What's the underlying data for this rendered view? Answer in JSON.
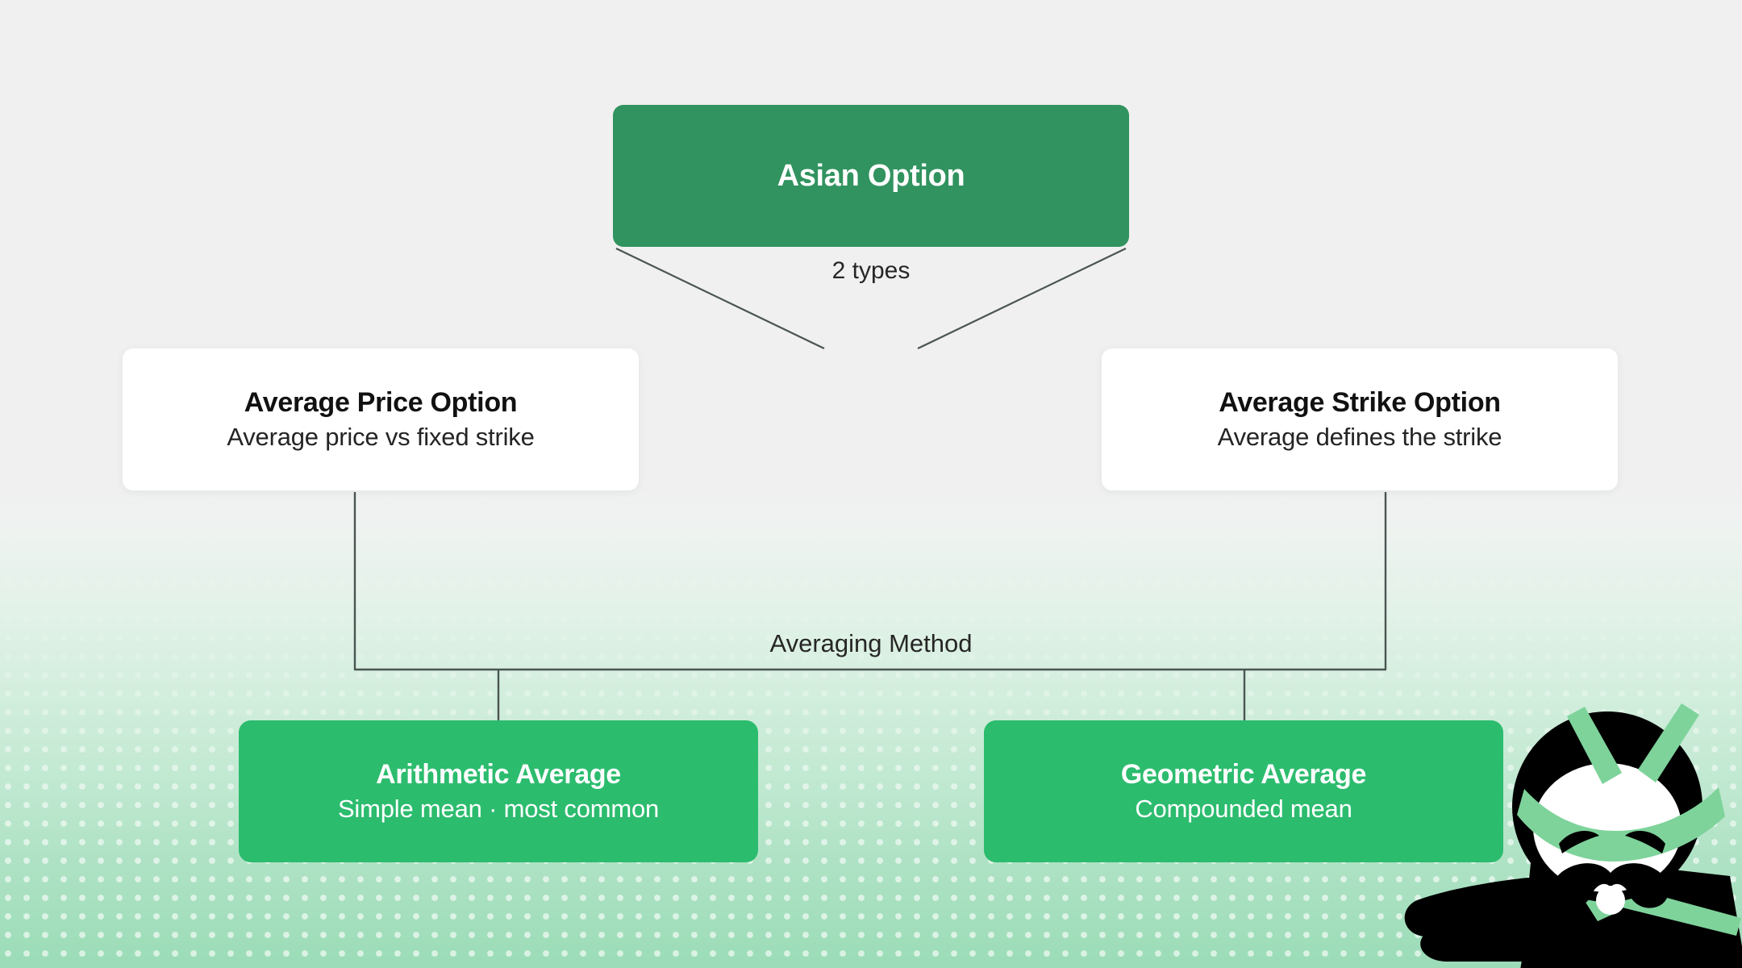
{
  "diagram": {
    "title": "Asian Option",
    "root": {
      "id": "asian-option",
      "title": "Asian Option",
      "subtitle": "",
      "color": "#31935f",
      "text_color": "#ffffff"
    },
    "edge_labels": {
      "root_to_types": "2 types",
      "types_to_methods": "Averaging Method"
    },
    "types": [
      {
        "id": "average-price-option",
        "title": "Average Price Option",
        "subtitle": "Average price vs fixed strike",
        "color": "#ffffff",
        "text_color": "#111111"
      },
      {
        "id": "average-strike-option",
        "title": "Average Strike Option",
        "subtitle": "Average defines the strike",
        "color": "#ffffff",
        "text_color": "#111111"
      }
    ],
    "methods": [
      {
        "id": "arithmetic-average",
        "title": "Arithmetic Average",
        "subtitle": "Simple mean · most common",
        "color": "#2cbc6e",
        "text_color": "#ffffff"
      },
      {
        "id": "geometric-average",
        "title": "Geometric Average",
        "subtitle": "Compounded mean",
        "color": "#2cbc6e",
        "text_color": "#ffffff"
      }
    ],
    "theme": {
      "background_top": "#f0f0f0",
      "background_bottom": "#9bdcb7",
      "connector_color": "#4a5553",
      "accent_green": "#31933f",
      "mascot_accent": "#7ed39b"
    },
    "mascot": {
      "name": "samurai-ninja-mascot",
      "body_color": "#000000",
      "face_color": "#ffffff",
      "accent_color": "#7ed39b"
    }
  }
}
